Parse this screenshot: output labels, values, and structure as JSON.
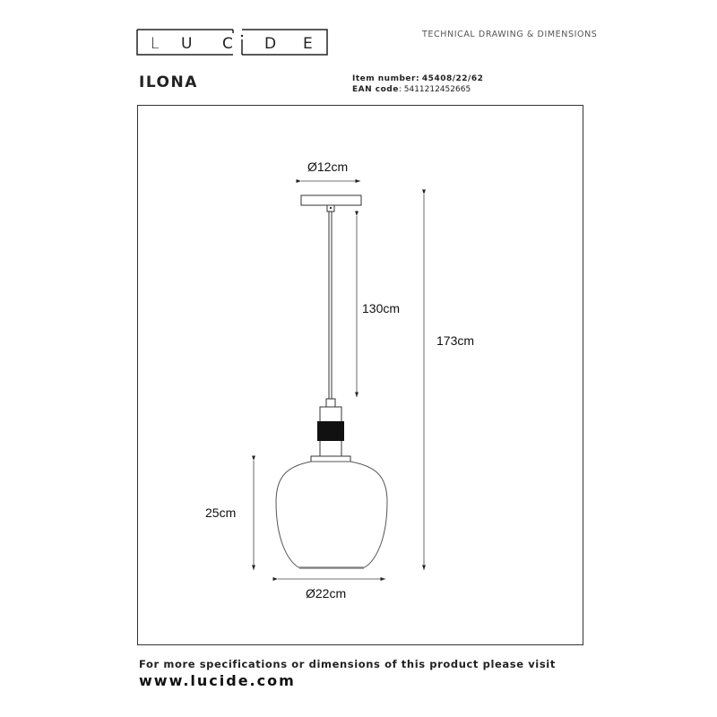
{
  "header": {
    "brand": "LUCIDE",
    "brand_letters": [
      "L",
      "U",
      "C",
      "i",
      "D",
      "E"
    ],
    "title": "TECHNICAL DRAWING & DIMENSIONS",
    "product_name": "ILONA"
  },
  "meta": {
    "item_label": "Item number:",
    "item_value": "45408/22/62",
    "ean_label": "EAN code",
    "ean_value": ": 5411212452665"
  },
  "drawing": {
    "dimensions": {
      "canopy_diameter": "Ø12cm",
      "cable_length": "130cm",
      "total_height": "173cm",
      "shade_height": "25cm",
      "shade_diameter": "Ø22cm"
    }
  },
  "footer": {
    "note": "For more specifications or dimensions of this product please visit",
    "url": "www.lucide.com"
  }
}
